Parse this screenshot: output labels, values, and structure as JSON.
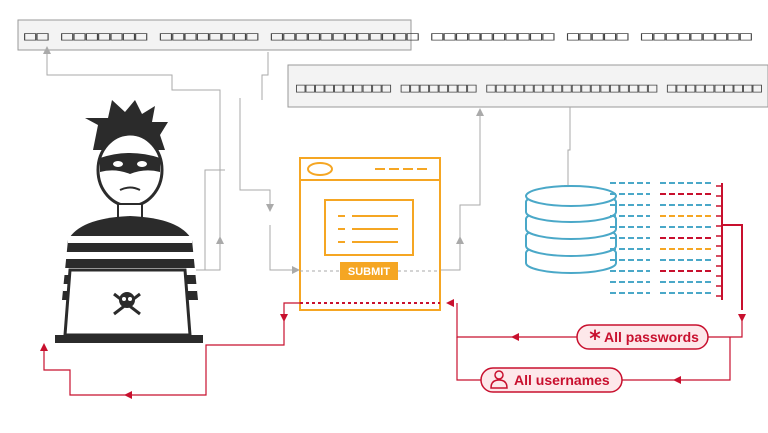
{
  "query_top": "□□ □□□□□□□ □□□□□□□□ □□□□□□□□□□□□ □□□□□□□□□□ □□□□□ □□□□□□□□□",
  "query_mid": "□□□□□□□□□□ □□□□□□□□ □□□□□□□□□□□□□□□□□□ □□□□□□□□□□",
  "form": {
    "submit_label": "SUBMIT"
  },
  "results": {
    "passwords_label": "All passwords",
    "usernames_label": "All usernames"
  },
  "icons": {
    "hacker": "hacker-figure",
    "laptop_logo": "skull-crossbones-icon",
    "database": "database-icon",
    "password": "asterisk-icon",
    "username": "user-icon"
  },
  "colors": {
    "attack_path": "#c8102e",
    "request_path": "#aaaaaa",
    "form_outline": "#f5a623",
    "database": "#4aa8c8"
  }
}
